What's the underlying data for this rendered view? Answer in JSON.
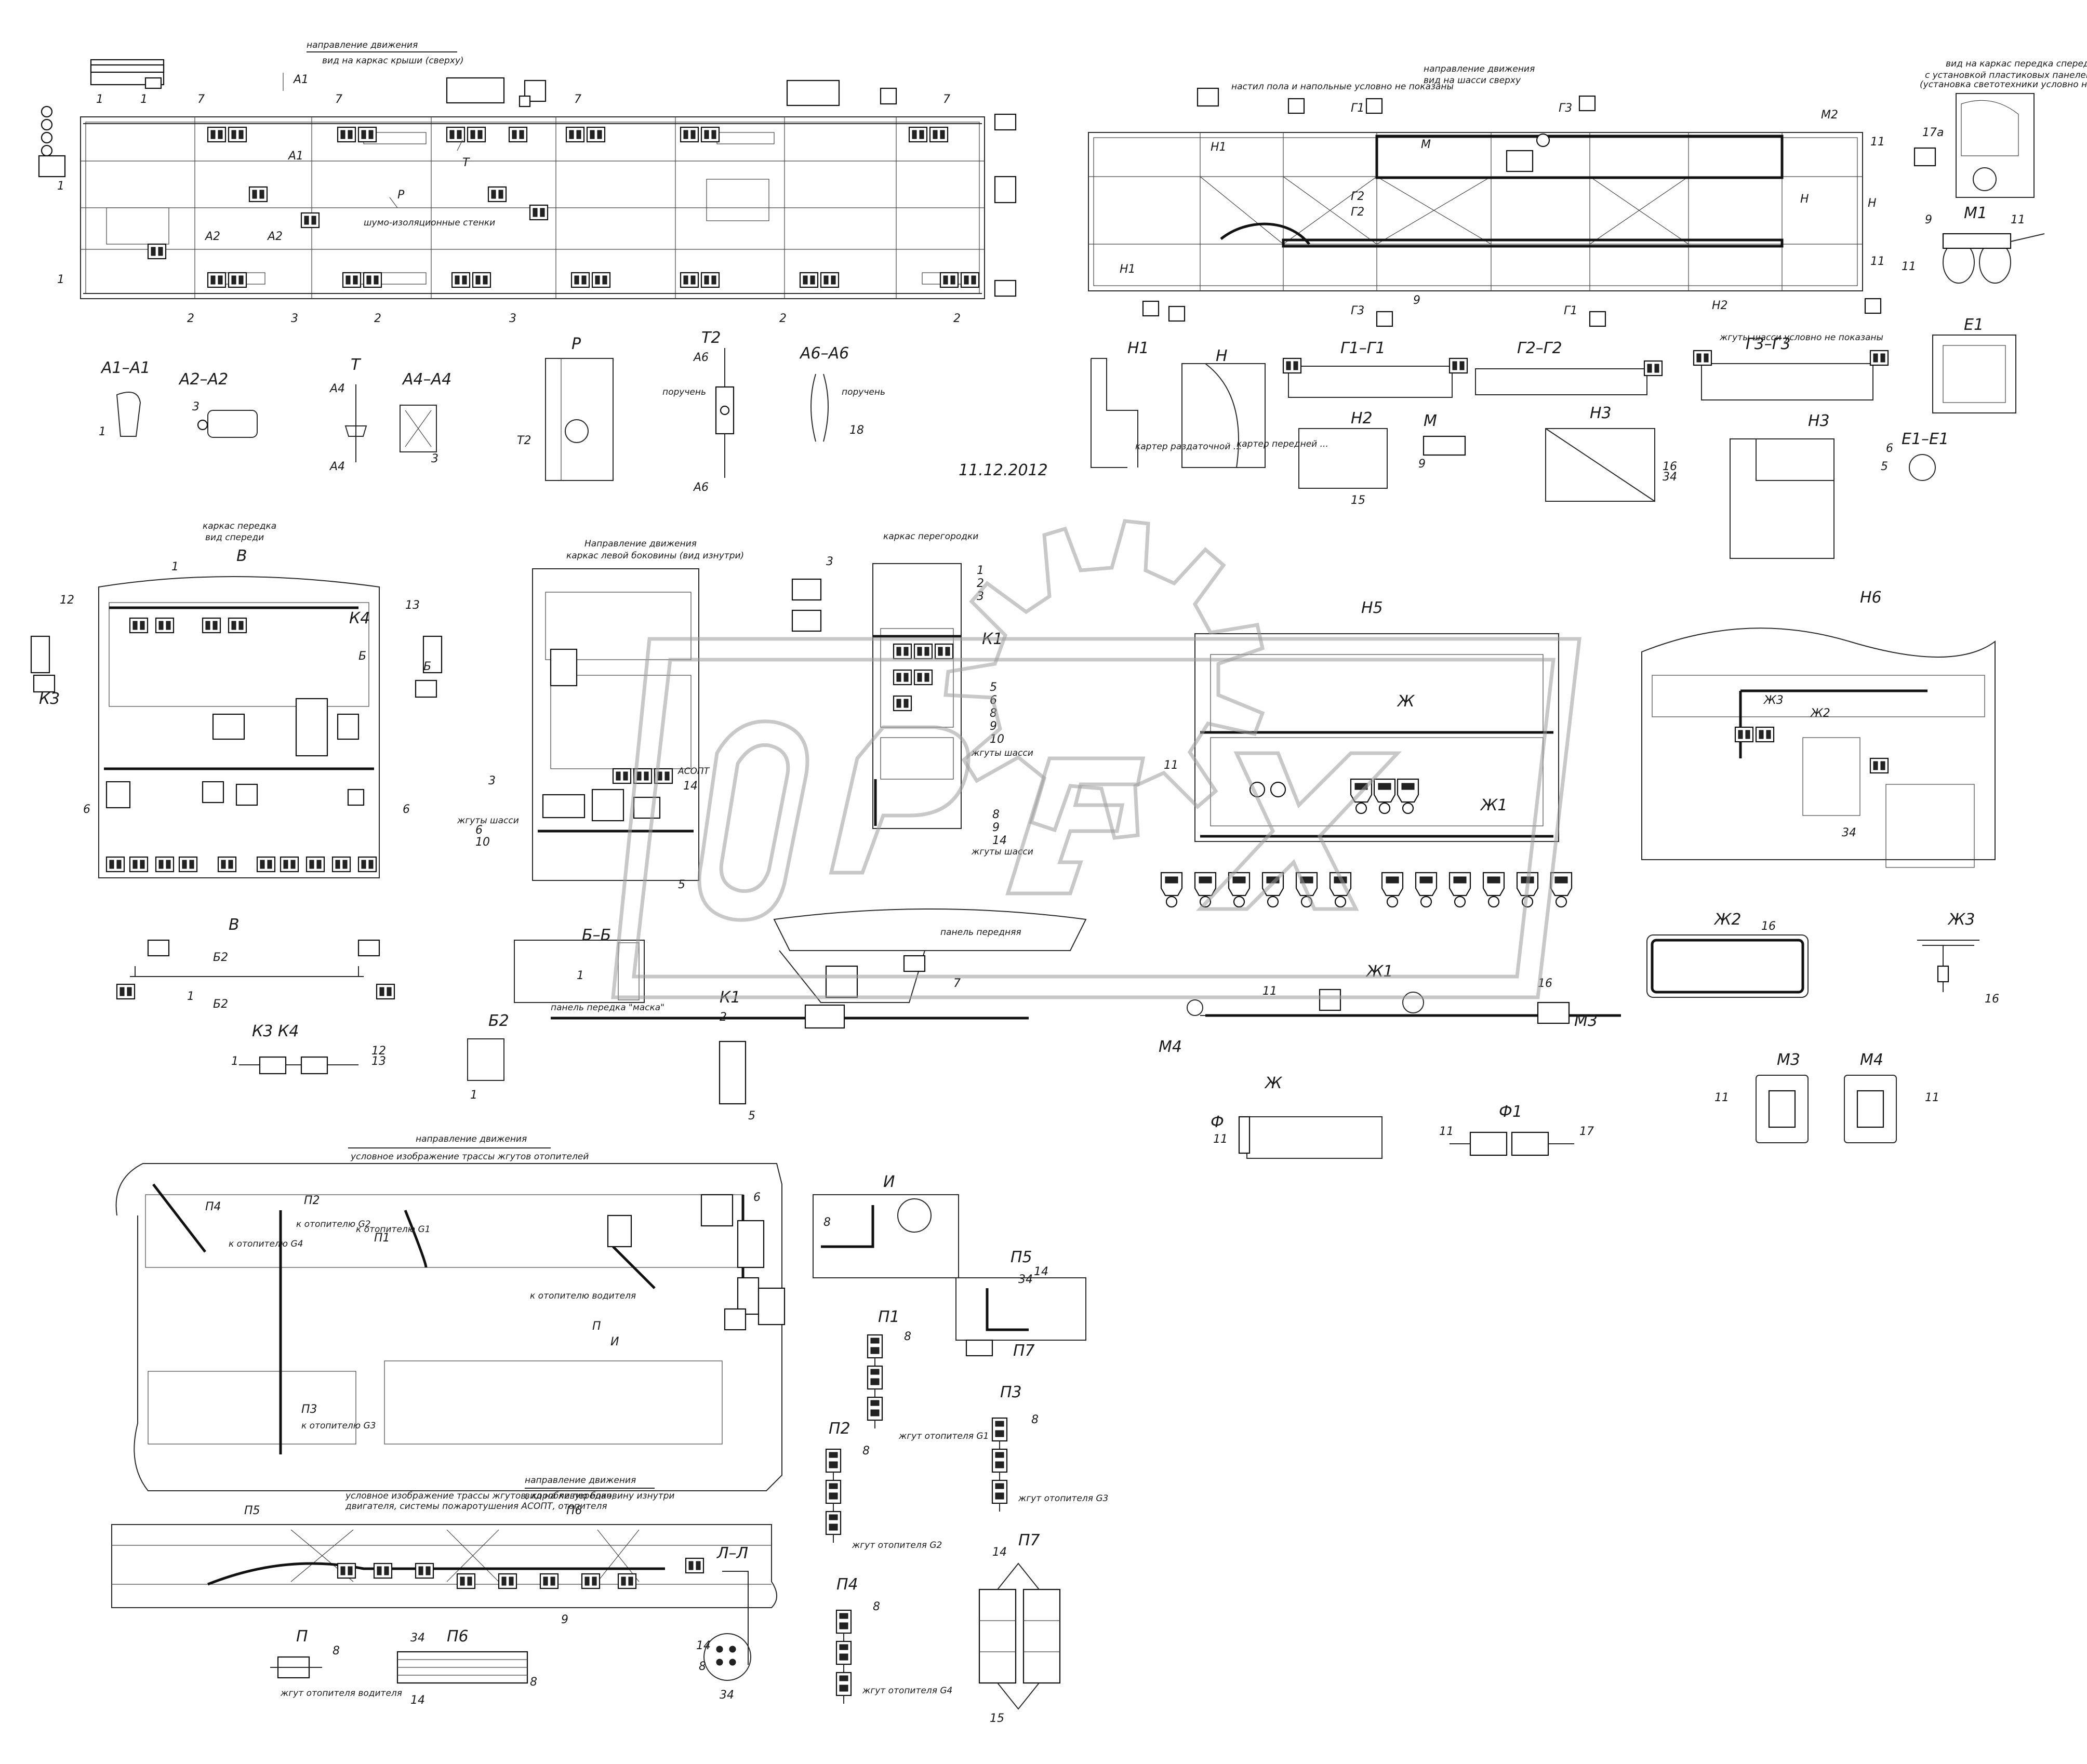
{
  "captions": {
    "roof_dir": "направление движения",
    "roof_view": "вид на каркас крыши (сверху)",
    "chassis_note": "настил пола и напольные условно не показаны",
    "chassis_dir": "направление движения",
    "chassis_view": "вид на шасси сверху",
    "rear_view_1": "вид на каркас передка спереди",
    "rear_view_2": "с установкой пластиковых панелей",
    "rear_view_3": "(установка светотехники условно не показана)",
    "date": "11.12.2012",
    "front_frame": "каркас передка",
    "front_view": "вид спереди",
    "left_dir": "Направление движения",
    "left_view": "каркас левой боковины (вид изнутри)",
    "partition": "каркас перегородки",
    "asopt": "АСОПТ",
    "harness_chassis": "жгуты шасси",
    "harness_chassis2": "жгуты шасси",
    "mask_panel": "панель передка \"маска\"",
    "dash_panel": "панель передняя",
    "wire_note": "жгуты шасси условно не показаны",
    "heater_dir": "направление движения",
    "heater_trace": "условное изображение трассы жгутов отопителей",
    "to_g4": "к отопителю G4",
    "to_g2": "к отопителю G2",
    "to_g1": "к отопителю G1",
    "to_g3": "к отопителю G3",
    "to_driver": "к отопителю водителя",
    "side_note_1": "условное изображение трассы жгутов, коробки передач,",
    "side_note_2": "двигателя, системы пожаротушения АСОПТ, отопителя",
    "side_dir": "направление движения",
    "side_view": "вид на левую боковину изнутри",
    "h_g1": "жгут отопителя G1",
    "h_g2": "жгут отопителя G2",
    "h_g3": "жгут отопителя G3",
    "h_g4": "жгут отопителя G4",
    "h_driver": "жгут отопителя водителя",
    "handrail": "поручень",
    "handrail2": "поручень",
    "cab_left": "жгуты шасси",
    "cab_right": "жгуты шасси"
  },
  "views": {
    "a1a1": "А1–А1",
    "a2a2": "А2–А2",
    "t": "Т",
    "a4a4": "А4–А4",
    "p": "Р",
    "t2": "Т2",
    "a6a6": "А6–А6",
    "h1": "Н1",
    "h": "Н",
    "g1g1": "Г1–Г1",
    "g2g2": "Г2–Г2",
    "g3g3": "Г3–Г3",
    "e1": "Е1",
    "h2": "Н2",
    "h3": "Н3",
    "m": "М",
    "e1e1": "Е1–Е1",
    "h5": "Н5",
    "h6": "Н6",
    "b": "В",
    "k4": "К4",
    "k3": "К3",
    "k1": "К1",
    "bb": "Б–Б",
    "b2": "Б2",
    "k3k4": "К3  К4",
    "zh": "Ж",
    "zh1": "Ж1",
    "zh2": "Ж2",
    "zh3": "Ж3",
    "m3": "М3",
    "m4": "М4",
    "f": "Ф",
    "f1": "Ф1",
    "i": "И",
    "p5": "П5",
    "p7": "П7",
    "p1": "П1",
    "p2": "П2",
    "p3": "П3",
    "p4": "П4",
    "p6": "П6",
    "p_": "П",
    "ll": "Л–Л",
    "m2": "М2",
    "m1": "М1"
  },
  "callouts": [
    "1",
    "2",
    "3",
    "5",
    "6",
    "7",
    "8",
    "9",
    "10",
    "11",
    "12",
    "13",
    "14",
    "15",
    "16",
    "17",
    "17а",
    "18",
    "34"
  ],
  "icons": [
    "watermark-gear-icon"
  ]
}
